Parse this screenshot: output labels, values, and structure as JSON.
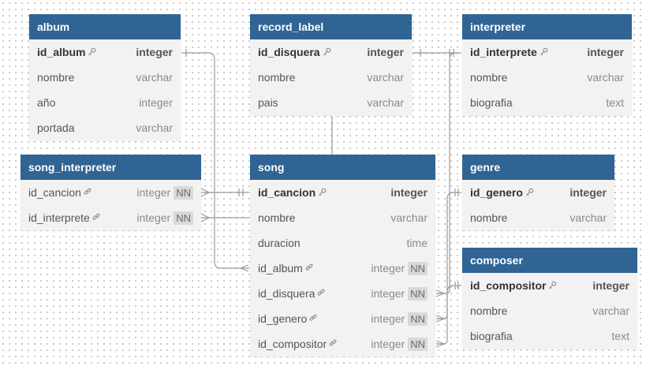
{
  "tables": {
    "album": {
      "name": "album",
      "columns": [
        {
          "name": "id_album",
          "type": "integer",
          "pk": true
        },
        {
          "name": "nombre",
          "type": "varchar"
        },
        {
          "name": "año",
          "type": "integer"
        },
        {
          "name": "portada",
          "type": "varchar"
        }
      ]
    },
    "record_label": {
      "name": "record_label",
      "columns": [
        {
          "name": "id_disquera",
          "type": "integer",
          "pk": true
        },
        {
          "name": "nombre",
          "type": "varchar"
        },
        {
          "name": "pais",
          "type": "varchar"
        }
      ]
    },
    "interpreter": {
      "name": "interpreter",
      "columns": [
        {
          "name": "id_interprete",
          "type": "integer",
          "pk": true
        },
        {
          "name": "nombre",
          "type": "varchar"
        },
        {
          "name": "biografia",
          "type": "text"
        }
      ]
    },
    "song_interpreter": {
      "name": "song_interpreter",
      "columns": [
        {
          "name": "id_cancion",
          "type": "integer",
          "nn": "NN",
          "fk": true
        },
        {
          "name": "id_interprete",
          "type": "integer",
          "nn": "NN",
          "fk": true
        }
      ]
    },
    "song": {
      "name": "song",
      "columns": [
        {
          "name": "id_cancion",
          "type": "integer",
          "pk": true
        },
        {
          "name": "nombre",
          "type": "varchar"
        },
        {
          "name": "duracion",
          "type": "time"
        },
        {
          "name": "id_album",
          "type": "integer",
          "nn": "NN",
          "fk": true
        },
        {
          "name": "id_disquera",
          "type": "integer",
          "nn": "NN",
          "fk": true
        },
        {
          "name": "id_genero",
          "type": "integer",
          "nn": "NN",
          "fk": true
        },
        {
          "name": "id_compositor",
          "type": "integer",
          "nn": "NN",
          "fk": true
        }
      ]
    },
    "genre": {
      "name": "genre",
      "columns": [
        {
          "name": "id_genero",
          "type": "integer",
          "pk": true
        },
        {
          "name": "nombre",
          "type": "varchar"
        }
      ]
    },
    "composer": {
      "name": "composer",
      "columns": [
        {
          "name": "id_compositor",
          "type": "integer",
          "pk": true
        },
        {
          "name": "nombre",
          "type": "varchar"
        },
        {
          "name": "biografia",
          "type": "text"
        }
      ]
    }
  },
  "icons": {
    "pk": "key-icon",
    "fk": "link-icon"
  }
}
